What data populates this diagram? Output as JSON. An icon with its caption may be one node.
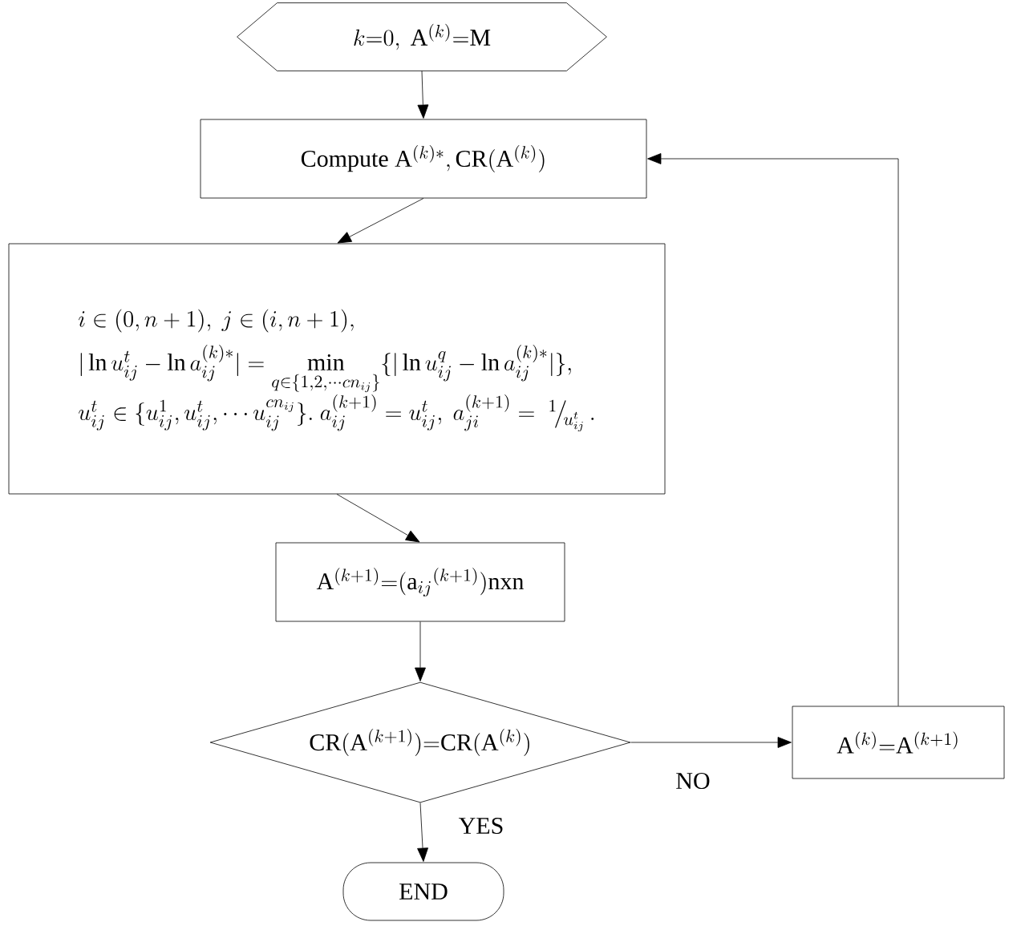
{
  "diagram": {
    "nodes": [
      {
        "text": [
          "k{=}0,\\ \\mathrm{A}^{(k)}{=}\\mathrm{M}"
        ]
      },
      {
        "text": [
          "\\text{Compute }\\mathrm{A}^{(k)*},\\mathrm{CR}(\\mathrm{A}^{(k)})"
        ]
      },
      {
        "text": [
          "\\begin{array}{l} i\\in(0,n+1),\\ j\\in(i,n+1),\\\\[6pt] |\\ln u_{ij}^t-\\ln a_{ij}^{(k)*}|=\\min\\limits_{q\\in\\{1,2,\\cdots cn_{ij}\\}}\\{|\\ln u_{ij}^q-\\ln a_{ij}^{(k)*}|\\},\\\\[6pt] u_{ij}^t\\in\\{u_{ij}^1,u_{ij}^t,\\cdots u_{ij}^{cn_{ij}}\\}.\\ a_{ij}^{(k+1)}=u_{ij}^t,\\ a_{ji}^{(k+1)}=\\;{}^{1}\\!\\big/\\!{}_{u_{ij}^t}\\,. \\end{array}"
        ]
      },
      {
        "text": [
          "\\mathrm{A}^{(k+1)}{=}(\\mathrm{a}_{ij}{}^{(k+1)})\\mathrm{nxn}"
        ]
      },
      {
        "text": [
          "\\mathrm{CR}(\\mathrm{A}^{(k+1)}){=}\\mathrm{CR}(\\mathrm{A}^{(k)})"
        ]
      },
      {
        "text": [
          "\\mathrm{A}^{(k)}{=}\\mathrm{A}^{(k+1)}"
        ]
      },
      {
        "text": [
          "END"
        ]
      }
    ],
    "edges": [
      {
        "from": 0,
        "to": 1,
        "arrow": "to"
      },
      {
        "from": 1,
        "to": 2,
        "arrow": "to"
      },
      {
        "from": 2,
        "to": 3,
        "arrow": "to"
      },
      {
        "from": 3,
        "to": 4,
        "arrow": "to"
      },
      {
        "from": 4,
        "to": 6,
        "arrow": "to",
        "label": "YES"
      },
      {
        "from": 4,
        "to": 5,
        "arrow": "to",
        "label": "NO"
      },
      {
        "from": 5,
        "to": 1,
        "arrow": "to"
      }
    ]
  }
}
